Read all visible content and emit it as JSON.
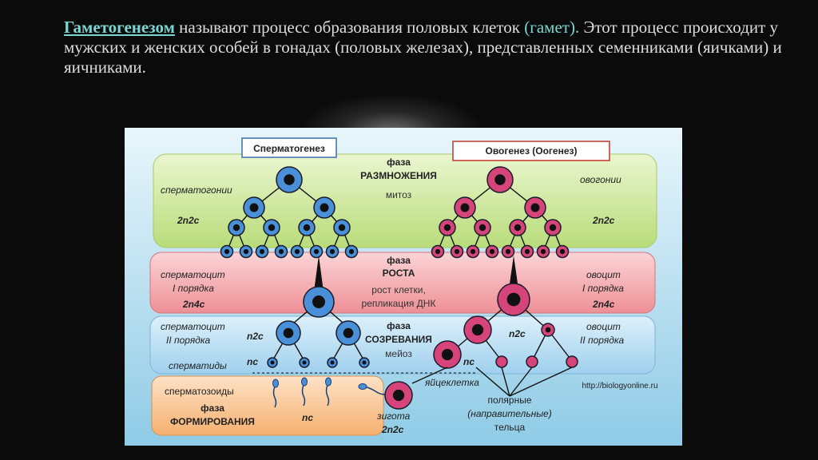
{
  "intro": {
    "term": "Гаметогенезом",
    "text1": " называют процесс образования половых клеток ",
    "gametes": "(гамет).",
    "text2": " Этот процесс происходит у мужских и женских особей в гонадах (половых железах), представленных семенниками (яичками) и яичниками."
  },
  "diagram": {
    "male_title": "Сперматогенез",
    "female_title": "Овогенез (Оогенез)",
    "phase1": {
      "label": "фаза",
      "name": "РАЗМНОЖЕНИЯ",
      "process": "митоз"
    },
    "phase2": {
      "label": "фаза",
      "name": "РОСТА",
      "process1": "рост клетки,",
      "process2": "репликация ДНК"
    },
    "phase3": {
      "label": "фаза",
      "name": "СОЗРЕВАНИЯ",
      "process": "мейоз"
    },
    "phase4": {
      "label": "фаза",
      "name": "ФОРМИРОВАНИЯ"
    },
    "male": {
      "spermatogonia": "сперматогонии",
      "formula1": "2n2c",
      "spermatocyte1_a": "сперматоцит",
      "spermatocyte1_b": "I порядка",
      "formula2": "2n4c",
      "spermatocyte2_a": "сперматоцит",
      "spermatocyte2_b": "II порядка",
      "formula3": "n2c",
      "spermatids": "сперматиды",
      "formula4": "nc",
      "spermatozoa": "сперматозоиды",
      "formula5": "nc"
    },
    "female": {
      "oogonia": "овогонии",
      "formula1": "2n2c",
      "oocyte1_a": "овоцит",
      "oocyte1_b": "I порядка",
      "formula2": "2n4c",
      "oocyte2_a": "овоцит",
      "oocyte2_b": "II порядка",
      "formula3": "n2c",
      "formula4": "nc",
      "egg": "яйцеклетка",
      "polar1": "полярные",
      "polar2": "(направительные)",
      "polar3": "тельца",
      "zygote": "зигота",
      "zygote_formula": "2n2c"
    },
    "source": "http://biologyonline.ru"
  },
  "colors": {
    "male_cell": "#4a90d9",
    "female_cell": "#d5457a",
    "phase1_bg": "#cfe8a0",
    "phase2_bg": "#f2a9ae",
    "phase3_bg": "#b8dcf0",
    "phase4_bg": "#f8c79a",
    "accent_text": "#78d6d3"
  }
}
